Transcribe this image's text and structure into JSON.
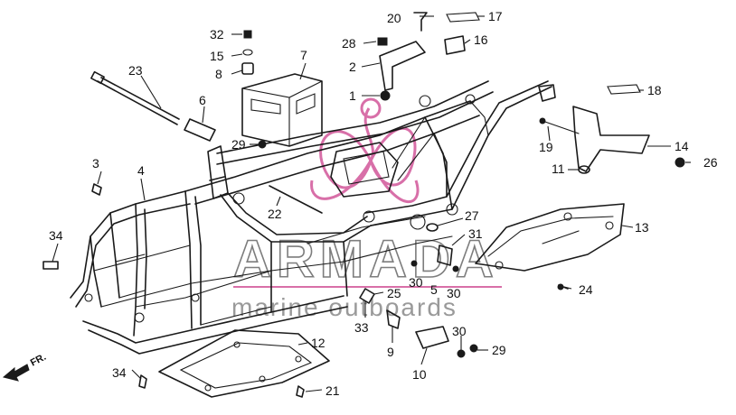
{
  "callouts": [
    {
      "n": "1"
    },
    {
      "n": "2"
    },
    {
      "n": "3"
    },
    {
      "n": "4"
    },
    {
      "n": "5"
    },
    {
      "n": "6"
    },
    {
      "n": "7"
    },
    {
      "n": "8"
    },
    {
      "n": "9"
    },
    {
      "n": "10"
    },
    {
      "n": "11"
    },
    {
      "n": "12"
    },
    {
      "n": "13"
    },
    {
      "n": "14"
    },
    {
      "n": "15"
    },
    {
      "n": "16"
    },
    {
      "n": "17"
    },
    {
      "n": "18"
    },
    {
      "n": "19"
    },
    {
      "n": "20"
    },
    {
      "n": "21"
    },
    {
      "n": "22"
    },
    {
      "n": "23"
    },
    {
      "n": "24"
    },
    {
      "n": "25"
    },
    {
      "n": "26"
    },
    {
      "n": "27"
    },
    {
      "n": "28"
    },
    {
      "n": "29"
    },
    {
      "n": "29"
    },
    {
      "n": "30"
    },
    {
      "n": "30"
    },
    {
      "n": "30"
    },
    {
      "n": "31"
    },
    {
      "n": "32"
    },
    {
      "n": "33"
    },
    {
      "n": "34"
    },
    {
      "n": "34"
    }
  ],
  "direction_label": "FR.",
  "watermark": {
    "brand": "ARMADA",
    "tagline": "marine outboards",
    "colors": {
      "logo": "#d86fa8",
      "text": "#8a8a8a"
    }
  }
}
